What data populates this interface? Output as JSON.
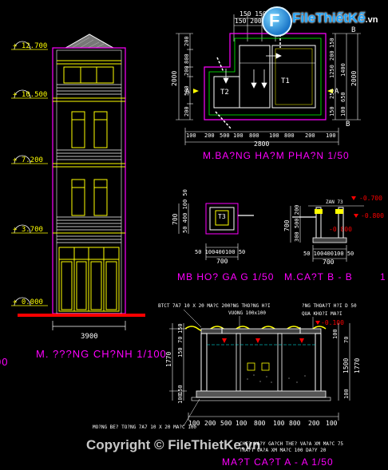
{
  "colors": {
    "background": "#000000",
    "yellow": "#ffff00",
    "magenta": "#ff00ff",
    "red": "#ff0000",
    "green": "#00ff00",
    "cyan": "#00ffff",
    "white": "#ffffff"
  },
  "logo": {
    "brand": "FileThiếtKế",
    "suffix": ".vn",
    "badge": "F"
  },
  "watermark": "Copyright © FileThietKe.vn",
  "elevation": {
    "levels": [
      "+ 12.700",
      "+ 10.500",
      "+ 7.200",
      "+ 3.700",
      "+ 0.000"
    ],
    "width_dim": "3900",
    "title": "M. ???NG CH?NH  1/100",
    "edge_fragment": "00"
  },
  "plan": {
    "title": "M.BA?NG HA?M PHA?N  1/50",
    "top_dims_row1": "150 150",
    "top_dims_row2": "150 200 150",
    "bottom_dims": [
      "100",
      "200",
      "500",
      "100",
      "800",
      "100",
      "800",
      "200",
      "100"
    ],
    "total_dim": "2800",
    "left_dims": [
      "200",
      "800",
      "200",
      "500",
      "200"
    ],
    "left_total": "2000",
    "right_dims": [
      "150",
      "200",
      "1250",
      "250",
      "150"
    ],
    "right_outer": [
      "1400",
      "650",
      "100"
    ],
    "right_total": "2000",
    "chambers": [
      "T2",
      "T1"
    ],
    "section_marks": [
      "A",
      "A",
      "B",
      "B"
    ]
  },
  "manhole": {
    "title": "MB HO? GA G   1/50",
    "label": "T3",
    "dims_left": [
      "50",
      "400",
      "100",
      "50"
    ],
    "dims_bottom": [
      "50",
      "100",
      "400",
      "100",
      "50"
    ],
    "total": "700"
  },
  "section_b": {
    "title": "M.CA?T B - B",
    "levels": [
      "-0.700",
      "-0.800",
      "-0.800"
    ],
    "level_top_small": "-0.700",
    "tag": "ZAN 73",
    "dims_left": [
      "300",
      "500",
      "200"
    ],
    "dims_bottom": [
      "50",
      "100",
      "400",
      "100",
      "50"
    ],
    "total": "700",
    "edge_fragment": "1"
  },
  "section_a": {
    "title": "MA?T CA?T A - A   1/50",
    "note_top_left": "BTCT 7A7 10 X 20 MA?C 200",
    "note_vent_1": "?NG THO?NG H?I",
    "note_vent_2": "VUONG 100x100",
    "note_top_right_1": "?NG THOA?T H?I D   50",
    "note_top_right_2": "QUA KHO?I MA?I",
    "level_top": "-0.100",
    "dims_left": [
      "150",
      "70",
      "150",
      "1770",
      "150",
      "100"
    ],
    "dims_right": [
      "100",
      "70",
      "1500",
      "100"
    ],
    "right_total": "1770",
    "bottom_dims": [
      "100",
      "200",
      "500",
      "100",
      "800",
      "100",
      "800",
      "200",
      "100"
    ],
    "note_bottom_left": "MO?NG BE? TO?NG 7A7 10 X 20 MA?C 100",
    "note_bottom_right_1": "CHE? XA?Y GA?CH THE? VA?A XM MA?C 75",
    "note_bottom_right_2": "TRA?T VA?A XM MA?C 100 DA?Y 20"
  }
}
